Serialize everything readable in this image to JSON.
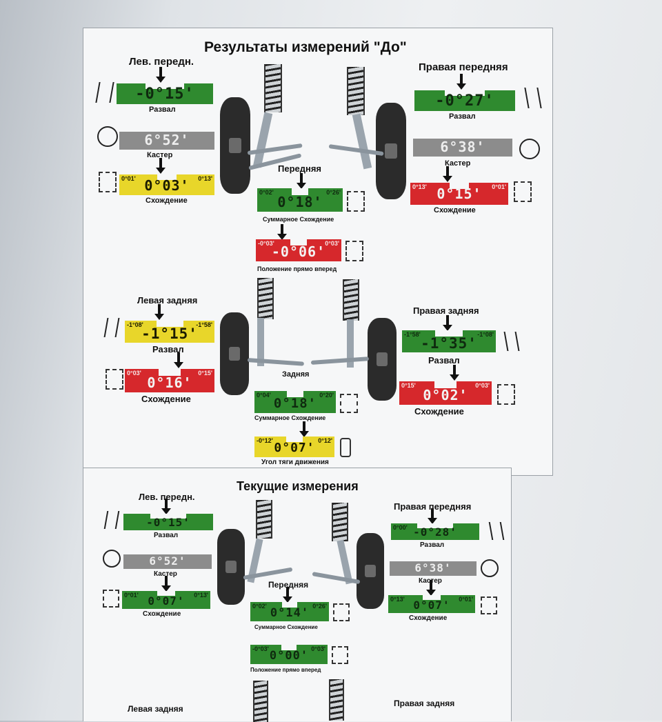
{
  "top": {
    "title": "Результаты измерений \"До\"",
    "lf_label": "Лев. передн.",
    "rf_label": "Правая передняя",
    "front_label": "Передняя",
    "lr_label": "Левая задняя",
    "rr_label": "Правая задняя",
    "rear_label": "Задняя",
    "lf_camber": {
      "value": "-0°15'",
      "min": "",
      "max": "",
      "label": "Развал"
    },
    "lf_caster": {
      "value": "6°52'",
      "label": "Кастер"
    },
    "lf_toe": {
      "value": "0°03'",
      "min": "0°01'",
      "max": "0°13'",
      "label": "Схождение"
    },
    "rf_camber": {
      "value": "-0°27'",
      "min": "",
      "max": "",
      "label": "Развал"
    },
    "rf_caster": {
      "value": "6°38'",
      "label": "Кастер"
    },
    "rf_toe": {
      "value": "0°15'",
      "min": "0°13'",
      "max": "0°01'",
      "label": "Схождение"
    },
    "front_total_toe": {
      "value": "0°18'",
      "min": "0°02'",
      "max": "0°26'",
      "label": "Суммарное Схождение"
    },
    "front_straight": {
      "value": "-0°06'",
      "min": "-0°03'",
      "max": "0°03'",
      "label": "Положение прямо вперед"
    },
    "lr_camber": {
      "value": "-1°15'",
      "min": "-1°08'",
      "max": "-1°58'",
      "label": "Развал"
    },
    "lr_toe": {
      "value": "0°16'",
      "min": "0°03'",
      "max": "0°15'",
      "label": "Схождение"
    },
    "rr_camber": {
      "value": "-1°35'",
      "min": "-1°58'",
      "max": "-1°08'",
      "label": "Развал"
    },
    "rr_toe": {
      "value": "0°02'",
      "min": "0°15'",
      "max": "0°03'",
      "label": "Схождение"
    },
    "rear_total_toe": {
      "value": "0°18'",
      "min": "0°04'",
      "max": "0°20'",
      "label": "Суммарное Схождение"
    },
    "thrust_angle": {
      "value": "0°07'",
      "min": "-0°12'",
      "max": "0°12'",
      "label": "Угол тяги движения"
    }
  },
  "bottom": {
    "title": "Текущие измерения",
    "lf_label": "Лев. передн.",
    "rf_label": "Правая передняя",
    "front_label": "Передняя",
    "lr_label": "Левая задняя",
    "rr_label": "Правая задняя",
    "lf_camber": {
      "value": "-0°15'",
      "label": "Развал"
    },
    "lf_caster": {
      "value": "6°52'",
      "label": "Кастер"
    },
    "lf_toe": {
      "value": "0°07'",
      "min": "0°01'",
      "max": "0°13'",
      "label": "Схождение"
    },
    "rf_camber": {
      "value": "-0°28'",
      "min": "0°00'",
      "label": "Развал"
    },
    "rf_caster": {
      "value": "6°38'",
      "label": "Кастер"
    },
    "rf_toe": {
      "value": "0°07'",
      "min": "0°13'",
      "max": "0°01'",
      "label": "Схождение"
    },
    "front_total_toe": {
      "value": "0°14'",
      "min": "0°02'",
      "max": "0°26'",
      "label": "Суммарное Схождение"
    },
    "front_straight": {
      "value": "0°00'",
      "min": "-0°03'",
      "max": "0°03'",
      "label": "Положение прямо вперед"
    }
  },
  "colors": {
    "green": "#2f8a2f",
    "red": "#d6282c",
    "yellow": "#e8d62a",
    "gray": "#8c8c8c"
  }
}
